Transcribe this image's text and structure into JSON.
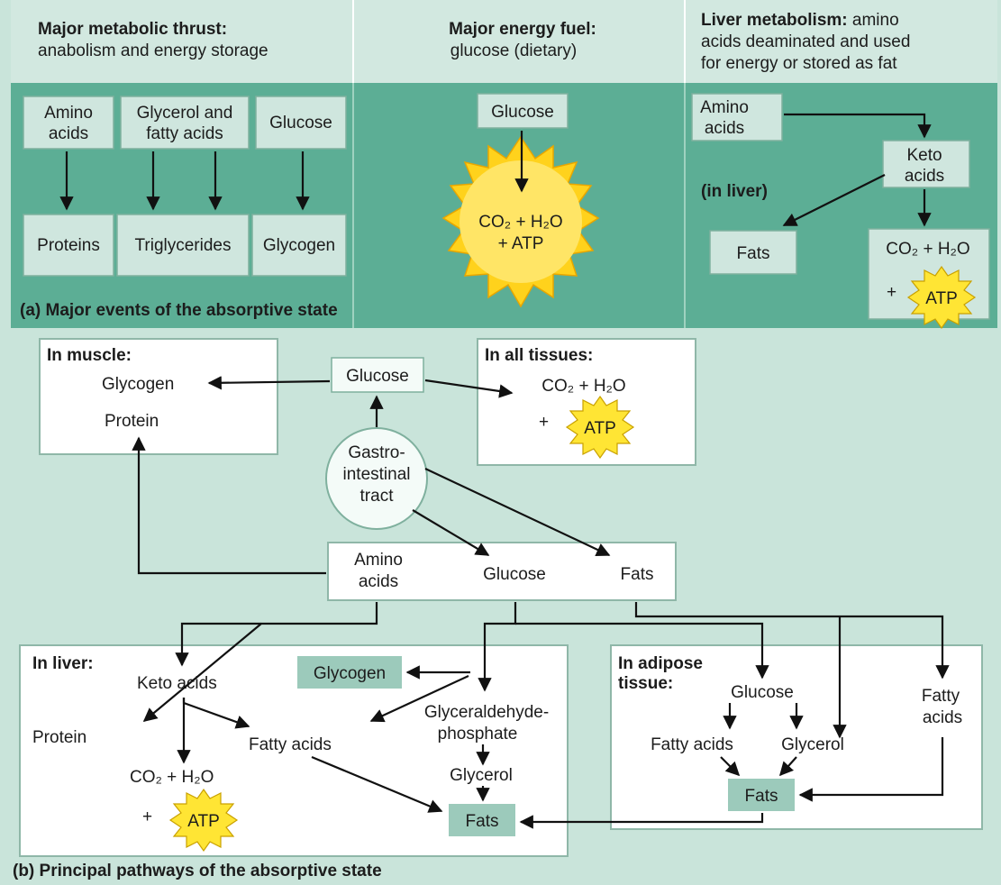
{
  "colors": {
    "background": "#c9e4da",
    "header_band": "#d2e8e0",
    "teal_band": "#5cae95",
    "box": "#ffffff",
    "atp_burst": "#ffe534",
    "sun": "#ffd21c"
  },
  "header": {
    "col1": {
      "title": "Major metabolic thrust:",
      "subtitle": "anabolism and energy storage"
    },
    "col2": {
      "title": "Major energy fuel:",
      "subtitle": "glucose (dietary)"
    },
    "col3": {
      "title": "Liver metabolism:",
      "line1_rest": " amino",
      "line2": "acids deaminated and used",
      "line3": "for energy or stored as fat"
    }
  },
  "panel_a": {
    "caption": "(a)  Major events of the absorptive state",
    "amino": [
      "Amino",
      "acids"
    ],
    "glycerol": [
      "Glycerol and",
      "fatty acids"
    ],
    "glucose": "Glucose",
    "proteins": "Proteins",
    "triglycerides": "Triglycerides",
    "glycogen": "Glycogen",
    "fuel_glucose": "Glucose",
    "sun_line1": "CO₂ + H₂O",
    "sun_line2": "+ ATP",
    "liver_amino": [
      "Amino",
      "acids"
    ],
    "keto": [
      "Keto",
      "acids"
    ],
    "in_liver": "(in liver)",
    "fats": "Fats",
    "co2h2o": "CO₂ + H₂O",
    "plus": "+",
    "atp": "ATP"
  },
  "panel_b": {
    "caption": "(b)  Principal pathways of the absorptive state",
    "muscle": {
      "title": "In muscle:",
      "glycogen": "Glycogen",
      "protein": "Protein"
    },
    "glucose": "Glucose",
    "all_tissues": {
      "title": "In all tissues:",
      "co2h2o": "CO₂ + H₂O",
      "plus": "+",
      "atp": "ATP"
    },
    "gi": [
      "Gastro-",
      "intestinal",
      "tract"
    ],
    "absorbed": {
      "amino": [
        "Amino",
        "acids"
      ],
      "glucose": "Glucose",
      "fats": "Fats"
    },
    "liver": {
      "title": "In liver:",
      "keto": "Keto acids",
      "protein": "Protein",
      "fatty_acids": "Fatty acids",
      "co2h2o": "CO₂ + H₂O",
      "plus": "+",
      "atp": "ATP",
      "glycogen": "Glycogen",
      "g3p": [
        "Glyceraldehyde-",
        "phosphate"
      ],
      "glycerol": "Glycerol",
      "fats": "Fats"
    },
    "adipose": {
      "title": [
        "In adipose",
        "tissue:"
      ],
      "glucose": "Glucose",
      "fatty_acids": "Fatty acids",
      "glycerol": "Glycerol",
      "fatty_acids_right": [
        "Fatty",
        "acids"
      ],
      "fats": "Fats"
    }
  }
}
